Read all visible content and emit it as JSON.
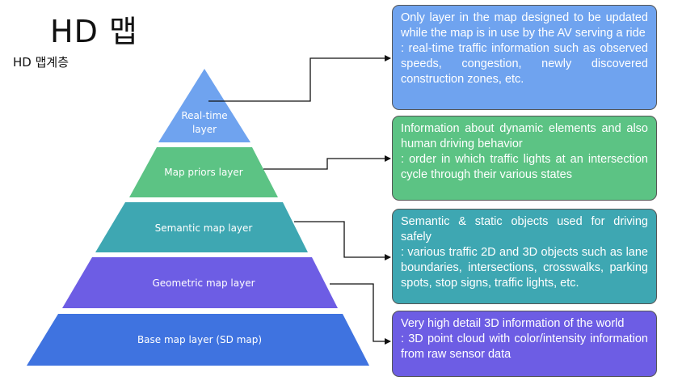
{
  "title": "HD 맵",
  "subtitle": "HD 맵계층",
  "colors": {
    "realtime": "#6fa3ef",
    "priors": "#5cc384",
    "semantic": "#3ea7b2",
    "geometric": "#6d5de4",
    "base": "#3f73e0"
  },
  "pyramid": {
    "realtime_line1": "Real-time",
    "realtime_line2": "layer",
    "priors": "Map priors layer",
    "semantic": "Semantic map layer",
    "geometric": "Geometric map layer",
    "base": "Base map layer (SD map)"
  },
  "boxes": {
    "realtime": {
      "heading": "Only layer in the map designed to be updated while the map is in use by the AV serving a ride",
      "detail": ": real-time traffic information such as observed speeds, congestion, newly discovered construction zones, etc."
    },
    "priors": {
      "heading": "Information about dynamic elements and also human driving behavior",
      "detail": ": order in which traffic lights at an intersection cycle through their various states"
    },
    "semantic": {
      "heading": "Semantic & static objects used for driving safely",
      "detail": ": various traffic 2D and 3D objects such as lane boundaries, intersections, crosswalks, parking spots, stop signs, traffic lights, etc."
    },
    "geometric": {
      "heading": "Very high detail 3D information of the world",
      "detail": ": 3D point cloud with color/intensity information from raw sensor data"
    }
  }
}
